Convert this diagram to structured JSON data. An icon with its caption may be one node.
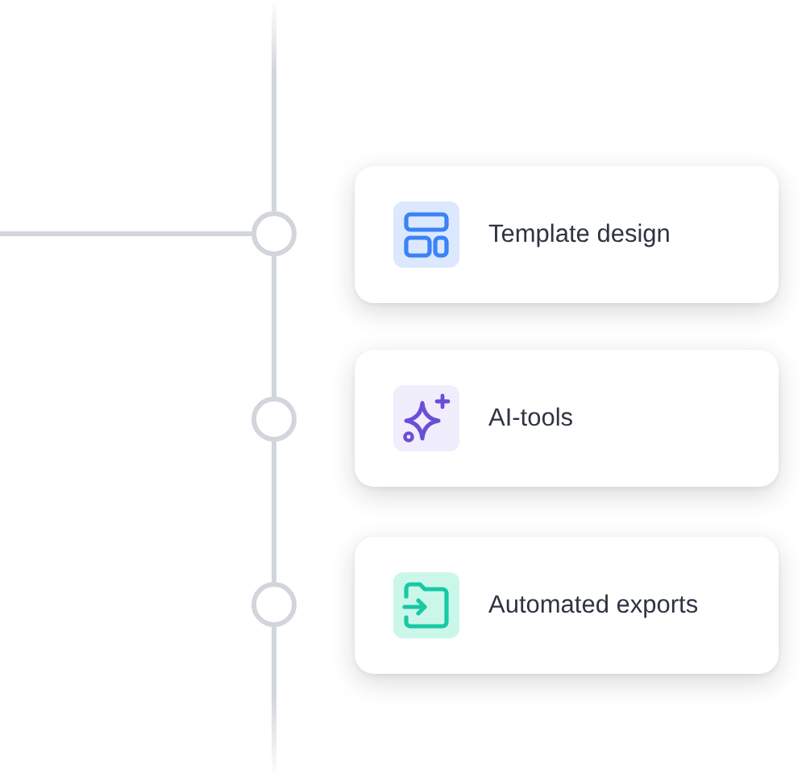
{
  "diagram": {
    "nodes": [
      {
        "text": [],
        "shape": "circle"
      },
      {
        "text": [
          "Template design"
        ]
      },
      {
        "text": [],
        "shape": "circle"
      },
      {
        "text": [
          "AI-tools"
        ]
      },
      {
        "text": [],
        "shape": "circle"
      },
      {
        "text": [
          "Automated exports"
        ]
      }
    ],
    "edges": [
      {
        "from": null,
        "to": 0,
        "arrow": "none"
      },
      {
        "from": null,
        "to": 0,
        "arrow": "none"
      },
      {
        "from": 0,
        "to": 2,
        "arrow": "none"
      },
      {
        "from": 2,
        "to": 4,
        "arrow": "none"
      },
      {
        "from": 4,
        "to": null,
        "arrow": "none"
      }
    ]
  }
}
